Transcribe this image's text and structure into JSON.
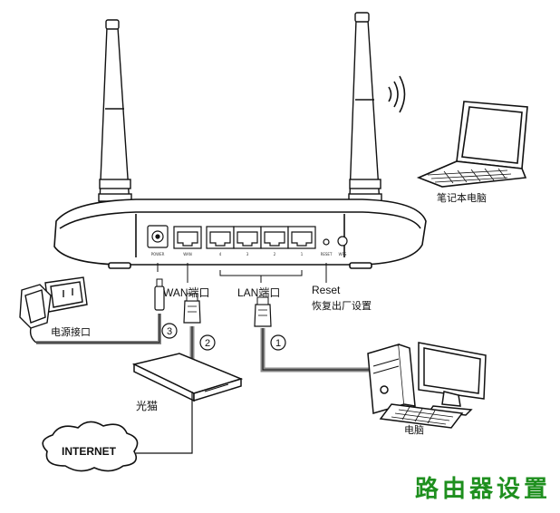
{
  "labels": {
    "laptop": "笔记本电脑",
    "power_port": "电源接口",
    "wan_port": "WAN端口",
    "lan_port": "LAN端口",
    "reset_title": "Reset",
    "reset_desc": "恢复出厂设置",
    "modem": "光猫",
    "internet": "INTERNET",
    "computer": "电脑",
    "brand": "路由器设置"
  },
  "steps": {
    "lan": "1",
    "wan": "2",
    "power": "3"
  },
  "ports": {
    "power": "POWER",
    "wan": "WAN",
    "lan_numbers": [
      "4",
      "3",
      "2",
      "1"
    ],
    "reset": "RESET",
    "wps": "WPS"
  },
  "colors": {
    "line": "#111111",
    "cable": "#8a8a8a",
    "brand": "#1e8f1e"
  }
}
